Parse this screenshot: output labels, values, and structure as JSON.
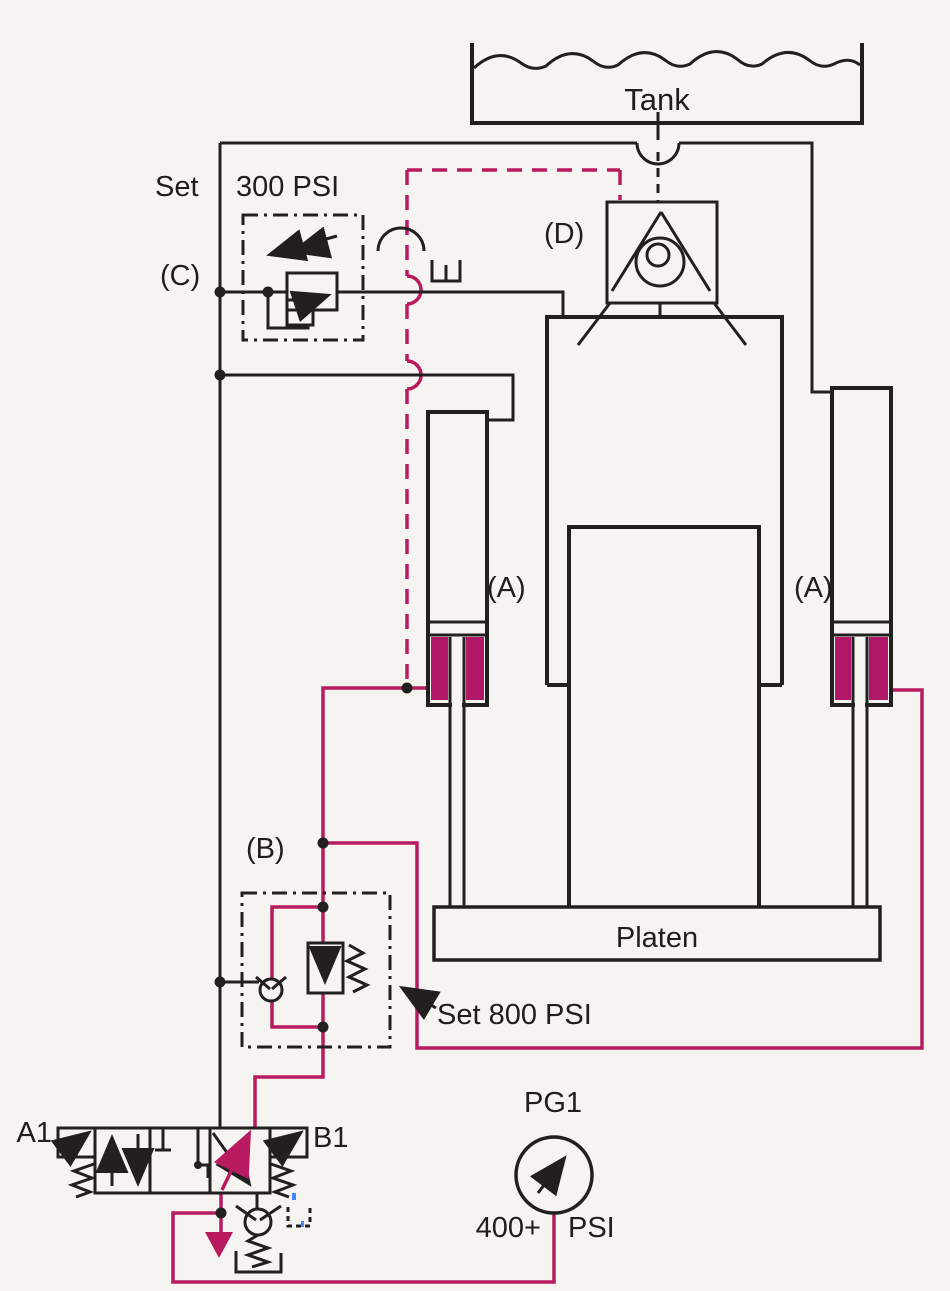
{
  "diagram": {
    "colors": {
      "line": "#221f1f",
      "pressure_line_pink": "#b81a60",
      "chamber_magenta": "#b11767",
      "background": "#f6f4f0",
      "blue_mark": "#4488ff"
    },
    "labels": {
      "tank": "Tank",
      "set": "Set",
      "relief_c_setting": "300 PSI",
      "valve_c": "(C)",
      "prefill_d": "(D)",
      "cylinder_a_left": "(A)",
      "cylinder_a_right": "(A)",
      "valve_b": "(B)",
      "platen": "Platen",
      "valve_b_setting": "Set 800 PSI",
      "port_a1": "A1",
      "port_b1": "B1",
      "gauge_name": "PG1",
      "gauge_reading": "400+",
      "gauge_unit": "PSI"
    }
  }
}
